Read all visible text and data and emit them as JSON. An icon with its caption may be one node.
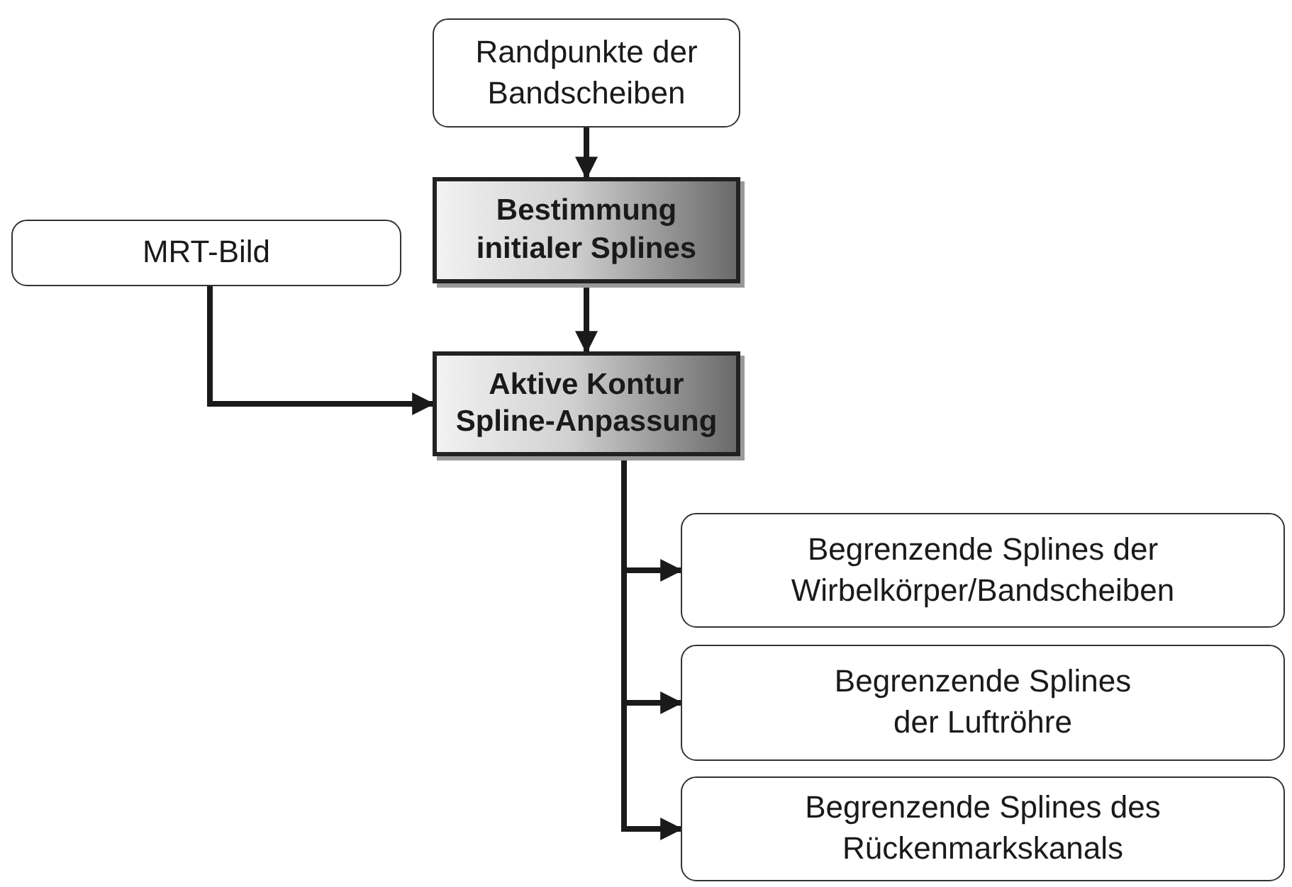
{
  "diagram": {
    "nodes": [
      {
        "text": [
          "Randpunkte der Bandscheiben"
        ]
      },
      {
        "text": [
          "Bestimmung initialer Splines"
        ]
      },
      {
        "text": [
          "MRT-Bild"
        ]
      },
      {
        "text": [
          "Aktive Kontur Spline-Anpassung"
        ]
      },
      {
        "text": [
          "Begrenzende Splines der Wirbelkörper/Bandscheiben"
        ]
      },
      {
        "text": [
          "Begrenzende Splines der Luftröhre"
        ]
      },
      {
        "text": [
          "Begrenzende Splines des Rückenmarkskanals"
        ]
      }
    ],
    "edges": [
      {
        "from": 0,
        "to": 1,
        "arrow": "to"
      },
      {
        "from": 1,
        "to": 3,
        "arrow": "to"
      },
      {
        "from": 2,
        "to": 3,
        "arrow": "to"
      },
      {
        "from": 3,
        "to": 4,
        "arrow": "to"
      },
      {
        "from": 3,
        "to": 5,
        "arrow": "to"
      },
      {
        "from": 3,
        "to": 6,
        "arrow": "to"
      }
    ]
  }
}
